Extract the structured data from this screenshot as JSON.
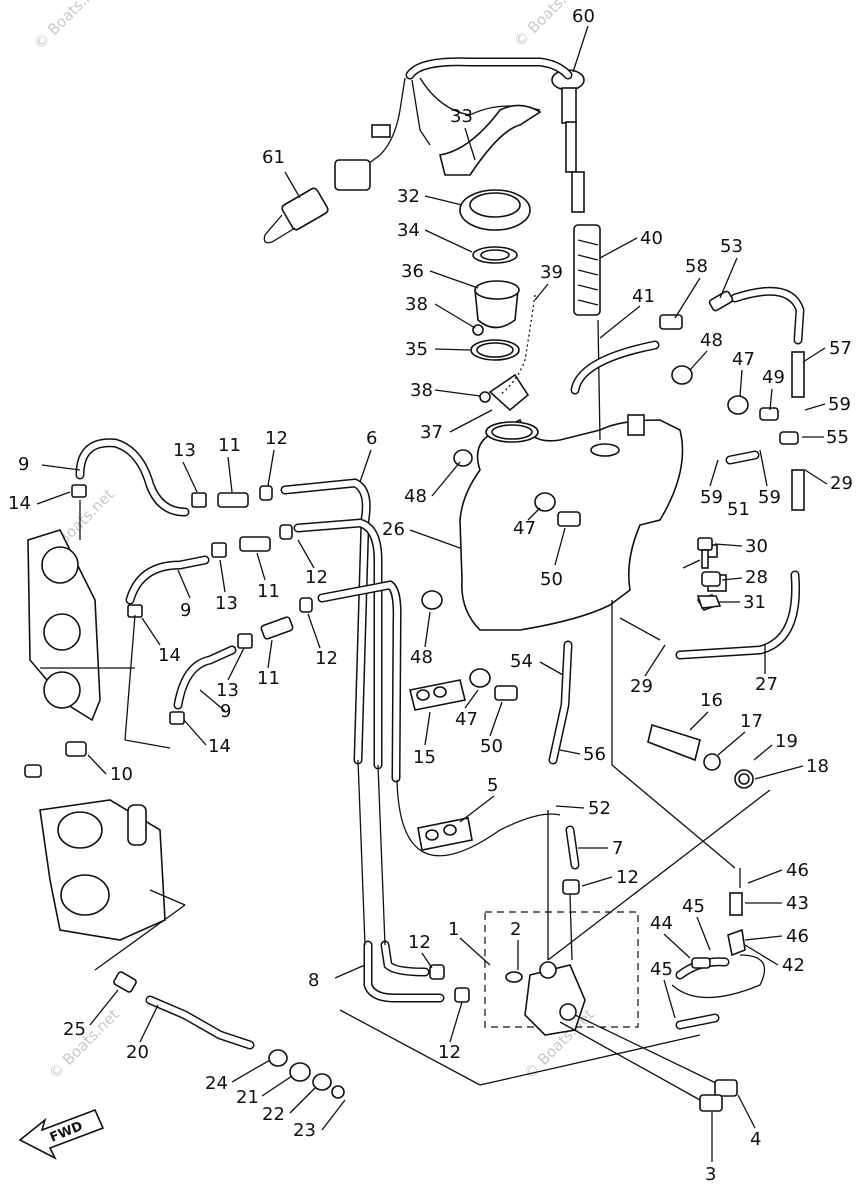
{
  "watermark": "© Boats.net",
  "fwd_label": "FWD",
  "callouts": [
    "1",
    "2",
    "3",
    "4",
    "5",
    "6",
    "7",
    "8",
    "9",
    "10",
    "11",
    "12",
    "13",
    "14",
    "15",
    "16",
    "17",
    "18",
    "19",
    "20",
    "21",
    "22",
    "23",
    "24",
    "25",
    "26",
    "27",
    "28",
    "29",
    "30",
    "31",
    "32",
    "33",
    "34",
    "35",
    "36",
    "37",
    "38",
    "39",
    "40",
    "41",
    "42",
    "43",
    "44",
    "45",
    "46",
    "47",
    "48",
    "49",
    "50",
    "51",
    "52",
    "53",
    "54",
    "55",
    "56",
    "57",
    "58",
    "59",
    "60",
    "61"
  ]
}
